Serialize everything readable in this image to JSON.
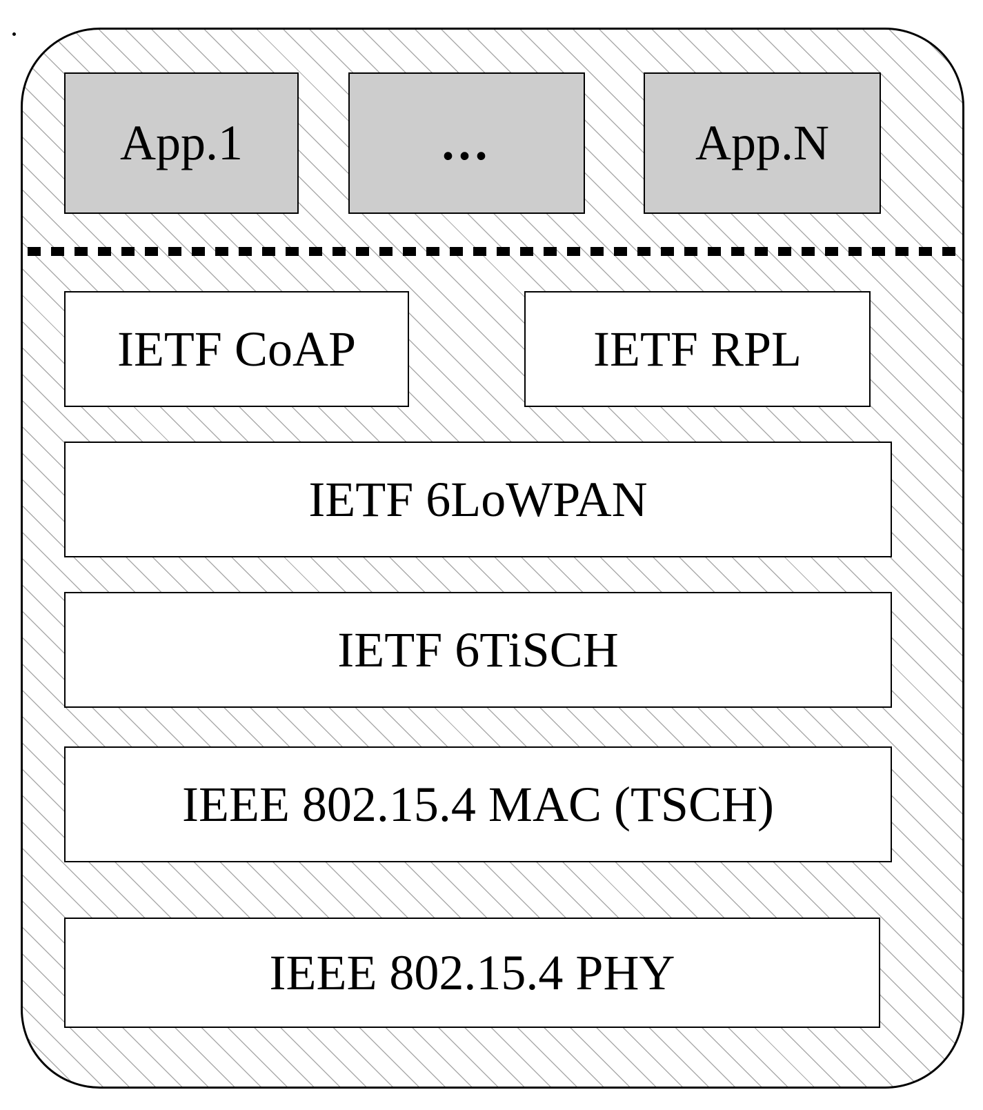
{
  "diagram": {
    "apps": [
      {
        "label": "App.1"
      },
      {
        "label": "..."
      },
      {
        "label": "App.N"
      }
    ],
    "layers": [
      {
        "label": "IETF CoAP"
      },
      {
        "label": "IETF RPL"
      },
      {
        "label": "IETF 6LoWPAN"
      },
      {
        "label": "IETF 6TiSCH"
      },
      {
        "label": "IEEE 802.15.4 MAC (TSCH)"
      },
      {
        "label": "IEEE 802.15.4 PHY"
      }
    ],
    "colors": {
      "app_box_fill": "#cdcdcd",
      "layer_box_fill": "#ffffff",
      "border": "#000000",
      "hatch_line": "#ababab",
      "background": "#ffffff"
    }
  }
}
